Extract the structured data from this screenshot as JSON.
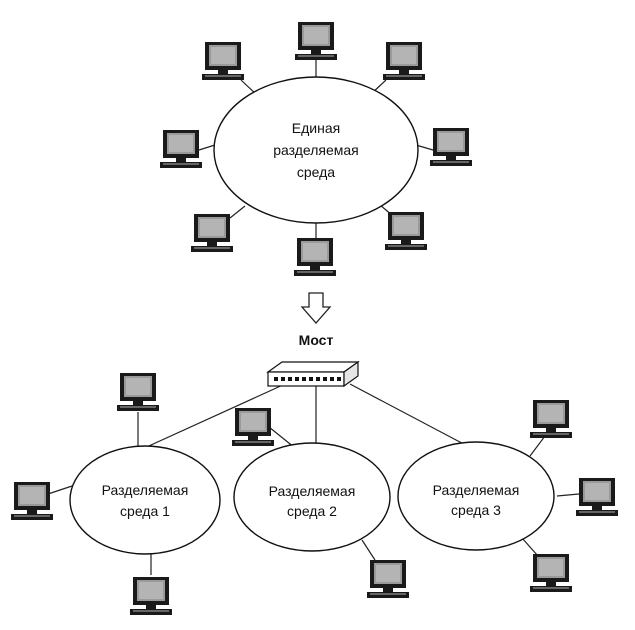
{
  "top_network": {
    "label_lines": [
      "Единая",
      "разделяемая",
      "среда"
    ]
  },
  "bridge": {
    "label": "Мост"
  },
  "segments": [
    {
      "label_lines": [
        "Разделяемая",
        "среда 1"
      ]
    },
    {
      "label_lines": [
        "Разделяемая",
        "среда 2"
      ]
    },
    {
      "label_lines": [
        "Разделяемая",
        "среда 3"
      ]
    }
  ],
  "icons": {
    "computer": "computer-icon",
    "bridge": "bridge-device-icon",
    "arrow": "down-arrow-icon"
  }
}
